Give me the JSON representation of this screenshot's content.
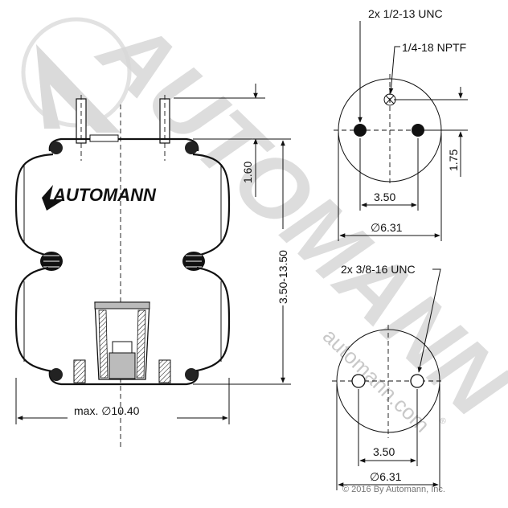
{
  "dimensions": {
    "top_stud_thread": "2x 1/2-13 UNC",
    "air_inlet": "1/4-18 NPTF",
    "top_stud_offset": "1.75",
    "top_stud_spacing": "3.50",
    "top_plate_diameter": "∅6.31",
    "bottom_thread": "2x 3/8-16 UNC",
    "bottom_spacing": "3.50",
    "bottom_plate_diameter": "∅6.31",
    "bead_height": "1.60",
    "height_range": "3.50-13.50",
    "max_diameter": "max. ∅10.40"
  },
  "brand": {
    "logo_text": "AUTOMANN",
    "watermark_text": "AUTOMANN",
    "website": "automann.com",
    "copyright": "© 2016 By Automann, Inc."
  },
  "colors": {
    "line": "#111111",
    "watermark": "#d4d4d4",
    "shading": "#cfcfcf"
  }
}
